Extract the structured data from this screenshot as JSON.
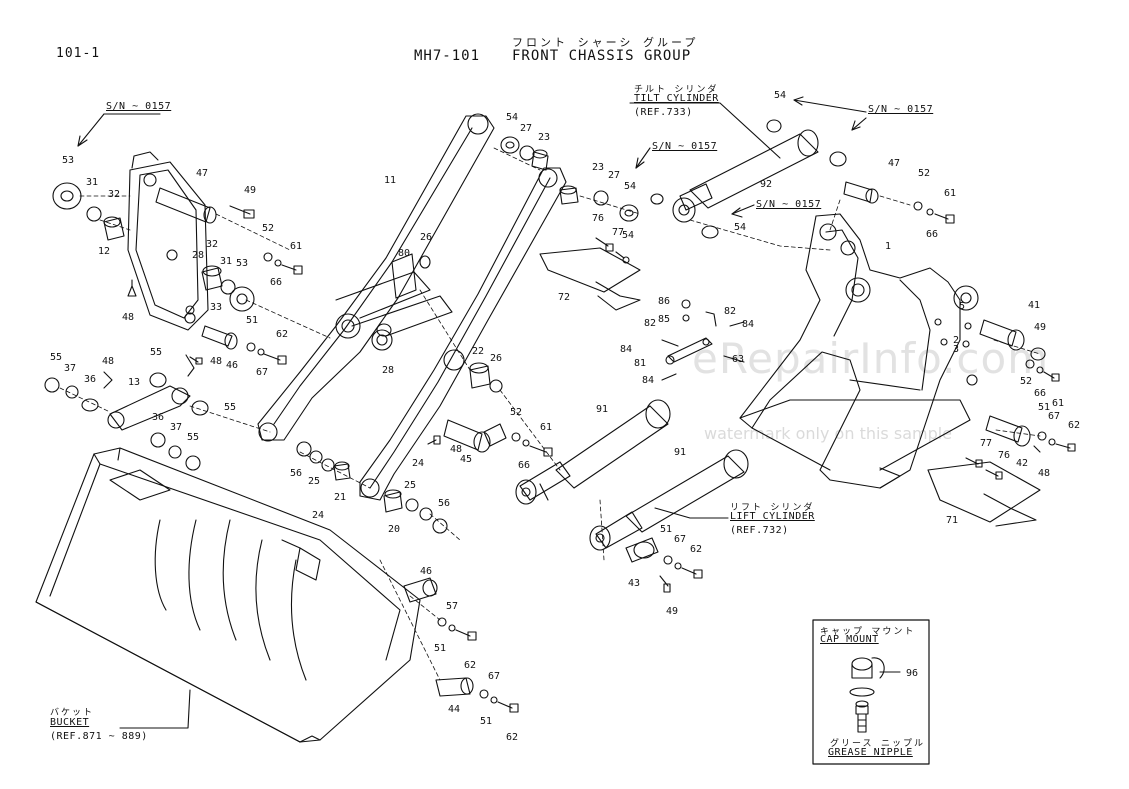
{
  "header": {
    "page_number": "101-1",
    "model": "MH7-101",
    "title_kana": "フロント シャーシ グループ",
    "title": "FRONT CHASSIS GROUP"
  },
  "serial_tags": [
    "S/N ~ 0157",
    "S/N ~ 0157",
    "S/N ~ 0157",
    "S/N ~ 0157"
  ],
  "callouts": {
    "tilt_cylinder": {
      "kana": "チルト シリンダ",
      "name": "TILT CYLINDER",
      "ref": "(REF.733)"
    },
    "lift_cylinder": {
      "kana": "リフト シリンダ",
      "name": "LIFT CYLINDER",
      "ref": "(REF.732)"
    },
    "bucket": {
      "kana": "バケット",
      "name": "BUCKET",
      "ref": "(REF.871 ~ 889)"
    },
    "cap_mount": {
      "kana": "キャップ マウント",
      "name": "CAP MOUNT"
    },
    "grease_nipple": {
      "kana": "グリース ニップル",
      "name": "GREASE NIPPLE"
    }
  },
  "part_numbers": [
    "53",
    "31",
    "32",
    "47",
    "49",
    "12",
    "28",
    "32",
    "52",
    "61",
    "31",
    "53",
    "66",
    "48",
    "33",
    "51",
    "62",
    "46",
    "67",
    "55",
    "37",
    "36",
    "13",
    "48",
    "55",
    "48",
    "36",
    "37",
    "55",
    "55",
    "11",
    "26",
    "80",
    "28",
    "54",
    "27",
    "23",
    "23",
    "27",
    "54",
    "76",
    "77",
    "72",
    "54",
    "54",
    "54",
    "92",
    "47",
    "52",
    "61",
    "66",
    "1",
    "86",
    "85",
    "82",
    "84",
    "82",
    "84",
    "63",
    "81",
    "84",
    "22",
    "26",
    "91",
    "52",
    "61",
    "66",
    "45",
    "48",
    "56",
    "25",
    "24",
    "21",
    "24",
    "25",
    "20",
    "56",
    "91",
    "51",
    "67",
    "62",
    "43",
    "49",
    "46",
    "57",
    "51",
    "62",
    "67",
    "44",
    "51",
    "62",
    "96",
    "41",
    "49",
    "5",
    "2",
    "3",
    "52",
    "66",
    "61",
    "51",
    "67",
    "62",
    "42",
    "48",
    "77",
    "76",
    "71"
  ],
  "watermark": "eRepairInfo.com",
  "watermark_note": "watermark only on this sample"
}
